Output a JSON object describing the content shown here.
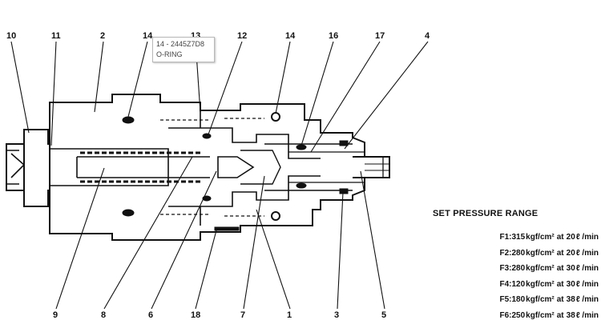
{
  "diagram": {
    "callouts": [
      {
        "id": "c10",
        "label": "10"
      },
      {
        "id": "c11",
        "label": "11"
      },
      {
        "id": "c2",
        "label": "2"
      },
      {
        "id": "c14a",
        "label": "14"
      },
      {
        "id": "c13",
        "label": "13"
      },
      {
        "id": "c12",
        "label": "12"
      },
      {
        "id": "c14b",
        "label": "14"
      },
      {
        "id": "c16",
        "label": "16"
      },
      {
        "id": "c17",
        "label": "17"
      },
      {
        "id": "c4",
        "label": "4"
      },
      {
        "id": "c9",
        "label": "9"
      },
      {
        "id": "c8",
        "label": "8"
      },
      {
        "id": "c6",
        "label": "6"
      },
      {
        "id": "c18",
        "label": "18"
      },
      {
        "id": "c7",
        "label": "7"
      },
      {
        "id": "c1",
        "label": "1"
      },
      {
        "id": "c3",
        "label": "3"
      },
      {
        "id": "c5",
        "label": "5"
      }
    ]
  },
  "tooltip": {
    "part_code": "14 - 2445Z7D8",
    "part_name": "O-RING"
  },
  "pressure_range": {
    "title": "SET PRESSURE RANGE",
    "rows": [
      {
        "code": "F1",
        "pressure": "315",
        "flow": "20"
      },
      {
        "code": "F2",
        "pressure": "280",
        "flow": "20"
      },
      {
        "code": "F3",
        "pressure": "280",
        "flow": "30"
      },
      {
        "code": "F4",
        "pressure": "120",
        "flow": "30"
      },
      {
        "code": "F5",
        "pressure": "180",
        "flow": "38"
      },
      {
        "code": "F6",
        "pressure": "250",
        "flow": "38"
      }
    ],
    "pressure_unit": "kgf/cm²",
    "flow_unit": "ℓ /min",
    "connector": "at"
  }
}
